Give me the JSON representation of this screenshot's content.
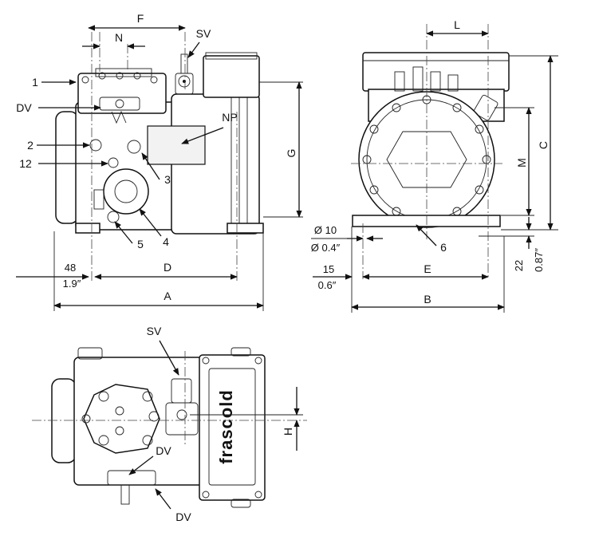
{
  "front_view": {
    "dims": {
      "F": "F",
      "N": "N",
      "D": "D",
      "A": "A",
      "G": "G",
      "offset_mm": "48",
      "offset_in": "1.9″"
    },
    "callouts": {
      "sv": "SV",
      "np": "NP",
      "dv": "DV",
      "c1": "1",
      "c2": "2",
      "c12": "12",
      "c3": "3",
      "c4": "4",
      "c5": "5"
    }
  },
  "side_view": {
    "dims": {
      "L": "L",
      "C": "C",
      "M": "M",
      "E": "E",
      "B": "B",
      "hole_mm": "Ø 10",
      "hole_in": "Ø 0.4″",
      "offset_mm": "15",
      "offset_in": "0.6″",
      "foot_mm": "22",
      "foot_in": "0.87″"
    },
    "callouts": {
      "c6": "6"
    }
  },
  "top_view": {
    "dims": {
      "H": "H"
    },
    "callouts": {
      "sv": "SV",
      "dv_upper": "DV",
      "dv_lower": "DV"
    },
    "brand": "frascold"
  }
}
